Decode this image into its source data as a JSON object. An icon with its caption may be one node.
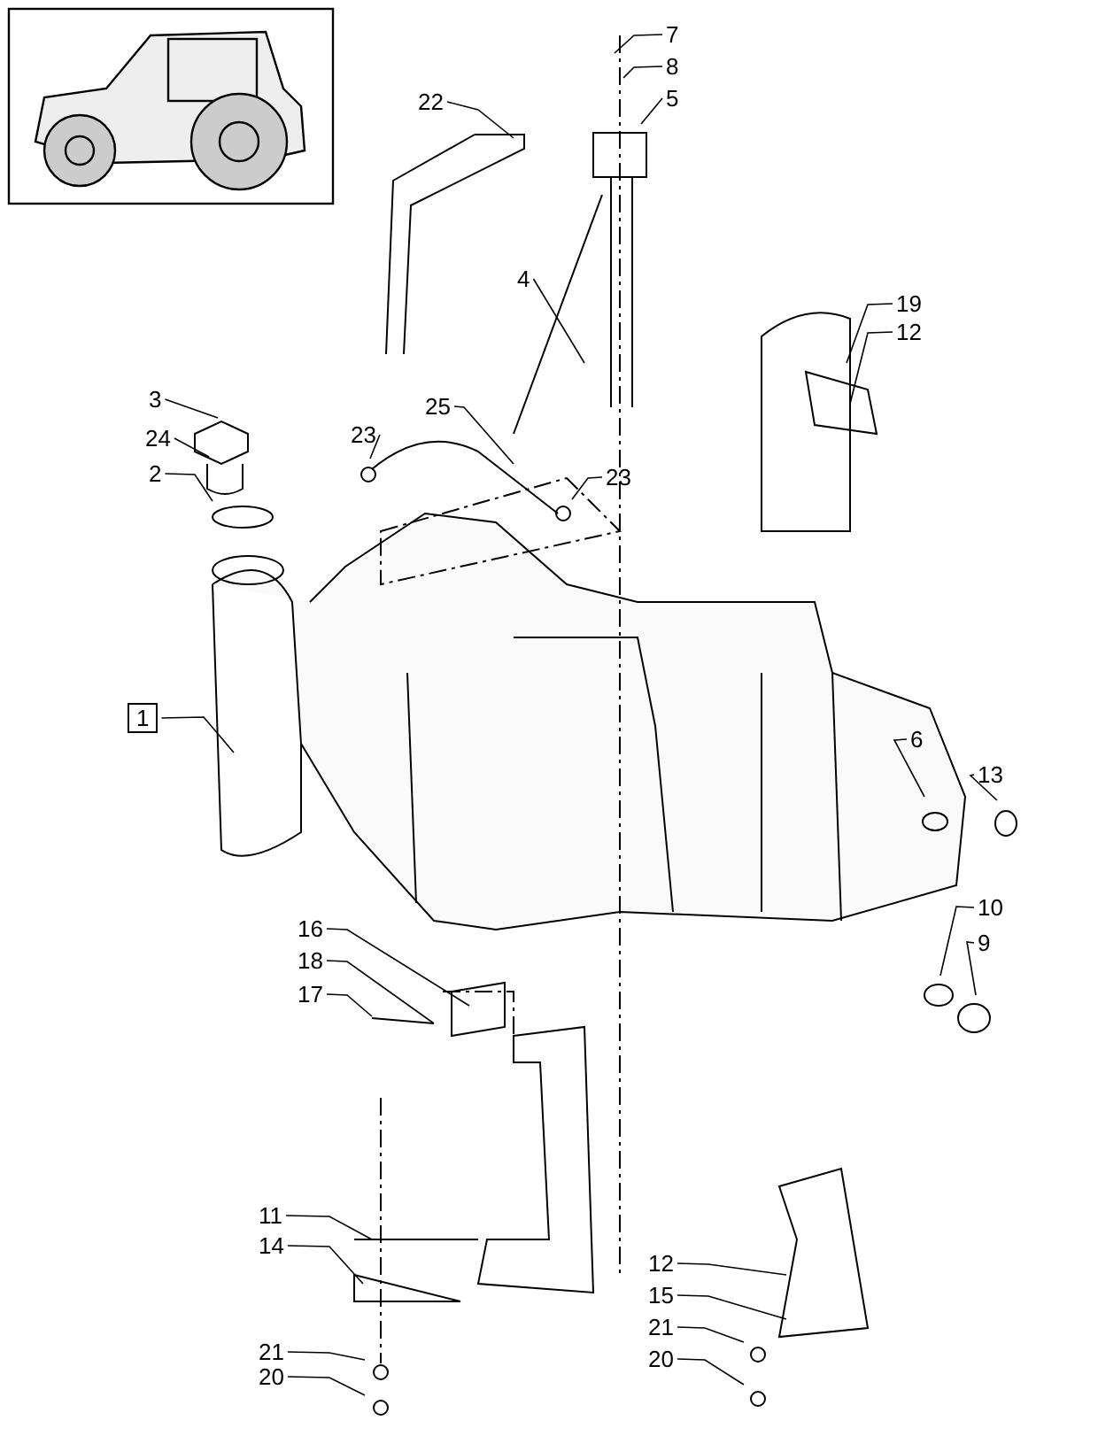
{
  "diagram": {
    "nodes": [
      {
        "text": [
          "7"
        ]
      },
      {
        "text": [
          "8"
        ]
      },
      {
        "text": [
          "22"
        ]
      },
      {
        "text": [
          "5"
        ]
      },
      {
        "text": [
          "4"
        ]
      },
      {
        "text": [
          "19"
        ]
      },
      {
        "text": [
          "12"
        ]
      },
      {
        "text": [
          "3"
        ]
      },
      {
        "text": [
          "23"
        ]
      },
      {
        "text": [
          "25"
        ]
      },
      {
        "text": [
          "24"
        ]
      },
      {
        "text": [
          "2"
        ]
      },
      {
        "text": [
          "23"
        ]
      },
      {
        "text": [
          "1"
        ]
      },
      {
        "text": [
          "6"
        ]
      },
      {
        "text": [
          "13"
        ]
      },
      {
        "text": [
          "10"
        ]
      },
      {
        "text": [
          "9"
        ]
      },
      {
        "text": [
          "16"
        ]
      },
      {
        "text": [
          "18"
        ]
      },
      {
        "text": [
          "17"
        ]
      },
      {
        "text": [
          "11"
        ]
      },
      {
        "text": [
          "14"
        ]
      },
      {
        "text": [
          "12"
        ]
      },
      {
        "text": [
          "15"
        ]
      },
      {
        "text": [
          "21"
        ]
      },
      {
        "text": [
          "20"
        ]
      },
      {
        "text": [
          "21"
        ]
      },
      {
        "text": [
          "20"
        ]
      }
    ],
    "edges": [
      {
        "from": 0,
        "to": null,
        "arrow": "none"
      },
      {
        "from": 1,
        "to": null,
        "arrow": "none"
      },
      {
        "from": 2,
        "to": null,
        "arrow": "none"
      },
      {
        "from": 3,
        "to": null,
        "arrow": "none"
      },
      {
        "from": 4,
        "to": null,
        "arrow": "none"
      },
      {
        "from": 5,
        "to": null,
        "arrow": "none"
      },
      {
        "from": 6,
        "to": null,
        "arrow": "none"
      },
      {
        "from": 7,
        "to": null,
        "arrow": "none"
      },
      {
        "from": 8,
        "to": null,
        "arrow": "none"
      },
      {
        "from": 9,
        "to": null,
        "arrow": "none"
      },
      {
        "from": 10,
        "to": null,
        "arrow": "none"
      },
      {
        "from": 11,
        "to": null,
        "arrow": "none"
      },
      {
        "from": 12,
        "to": null,
        "arrow": "none"
      },
      {
        "from": 13,
        "to": null,
        "arrow": "none"
      },
      {
        "from": 14,
        "to": null,
        "arrow": "none"
      },
      {
        "from": 15,
        "to": null,
        "arrow": "none"
      },
      {
        "from": 16,
        "to": null,
        "arrow": "none"
      },
      {
        "from": 17,
        "to": null,
        "arrow": "none"
      },
      {
        "from": 18,
        "to": null,
        "arrow": "none"
      },
      {
        "from": 19,
        "to": null,
        "arrow": "none"
      },
      {
        "from": 20,
        "to": null,
        "arrow": "none"
      },
      {
        "from": 21,
        "to": null,
        "arrow": "none"
      },
      {
        "from": 22,
        "to": null,
        "arrow": "none"
      },
      {
        "from": 23,
        "to": null,
        "arrow": "none"
      },
      {
        "from": 24,
        "to": null,
        "arrow": "none"
      },
      {
        "from": 25,
        "to": null,
        "arrow": "none"
      },
      {
        "from": 26,
        "to": null,
        "arrow": "none"
      },
      {
        "from": 27,
        "to": null,
        "arrow": "none"
      },
      {
        "from": 28,
        "to": null,
        "arrow": "none"
      }
    ]
  }
}
